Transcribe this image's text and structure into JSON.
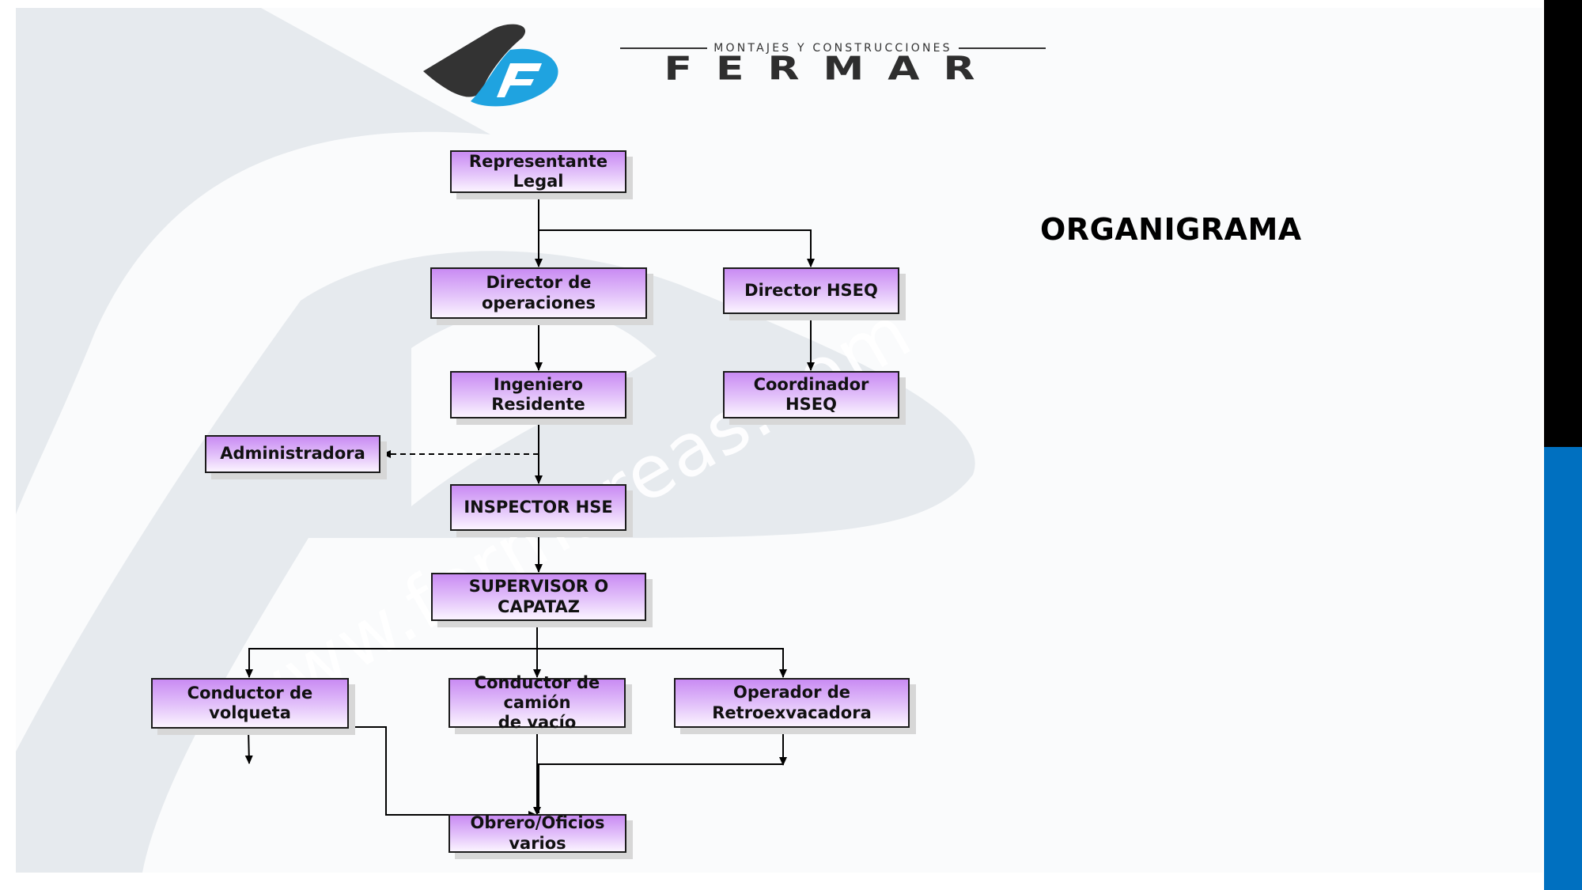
{
  "brand": {
    "tagline": "MONTAJES Y CONSTRUCCIONES",
    "name": "FERMAR"
  },
  "title": "ORGANIGRAMA",
  "watermark": "www.fermareas.com",
  "colors": {
    "node_top": "#c98bf3",
    "node_bottom": "#fbf4ff",
    "logo_dark": "#333333",
    "logo_blue": "#1fa3e0",
    "bar_black": "#000000",
    "bar_blue": "#0070c0"
  },
  "nodes": {
    "representante_legal": "Representante Legal",
    "director_operaciones": "Director de operaciones",
    "director_hseq": "Director HSEQ",
    "ingeniero_residente": "Ingeniero Residente",
    "coordinador_hseq": "Coordinador HSEQ",
    "administradora": "Administradora",
    "inspector_hse": "INSPECTOR HSE",
    "supervisor_capataz": "SUPERVISOR O CAPATAZ",
    "conductor_volqueta": "Conductor de volqueta",
    "conductor_camion": "Conductor de camión\nde vacío",
    "operador_retro": "Operador de\nRetroexvacadora",
    "obrero_oficios": "Obrero/Oficios varios"
  }
}
